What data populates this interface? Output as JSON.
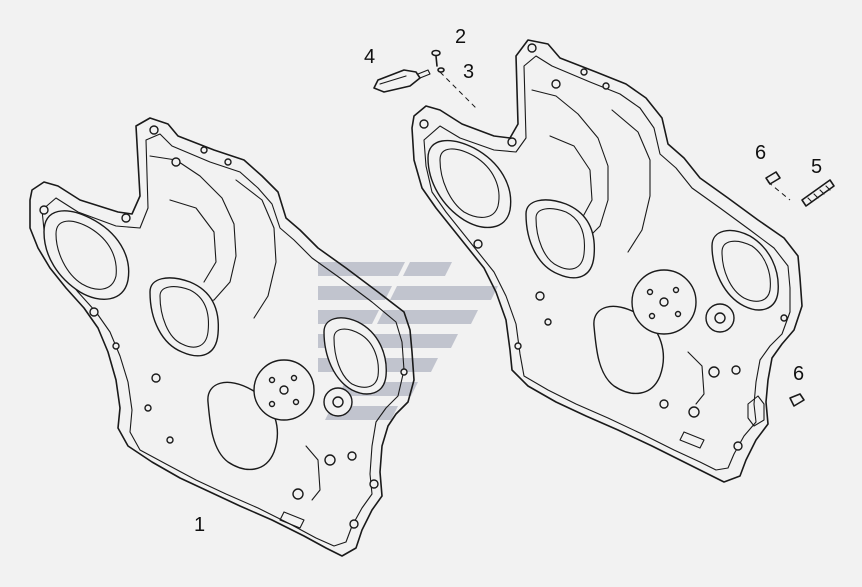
{
  "diagram": {
    "type": "exploded-parts-diagram",
    "callouts": {
      "c1": "1",
      "c2": "2",
      "c3": "3",
      "c4": "4",
      "c5": "5",
      "c6a": "6",
      "c6b": "6"
    },
    "colors": {
      "background": "#f2f2f2",
      "line": "#1a1a1a",
      "watermark": "#b9bcc8"
    }
  }
}
